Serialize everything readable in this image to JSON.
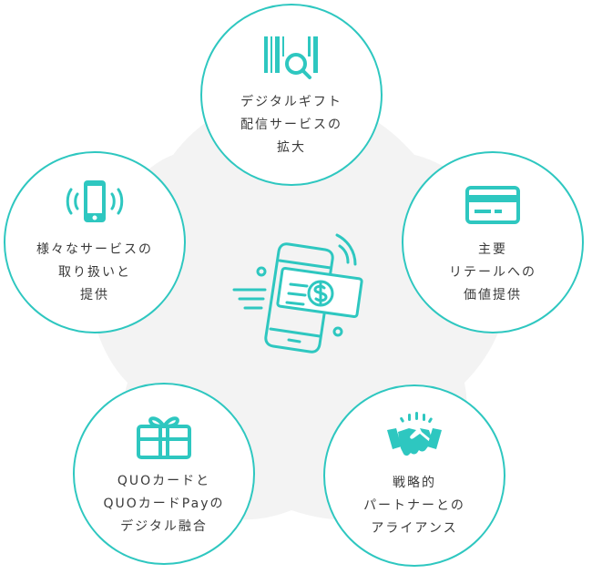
{
  "colors": {
    "accent": "#2ec7c0",
    "text": "#3a3a3a",
    "background_shape": "#f3f3f3"
  },
  "center": {
    "icon": "phone-payment-icon"
  },
  "nodes": [
    {
      "id": "digital-gift",
      "icon": "barcode-search-icon",
      "label": "デジタルギフト\n配信サービスの\n拡大"
    },
    {
      "id": "retail-value",
      "icon": "credit-card-icon",
      "label": "主要\nリテールへの\n価値提供"
    },
    {
      "id": "alliance",
      "icon": "handshake-icon",
      "label": "戦略的\nパートナーとの\nアライアンス"
    },
    {
      "id": "quo-card",
      "icon": "gift-card-icon",
      "label": "QUOカードと\nQUOカードPayの\nデジタル融合"
    },
    {
      "id": "various-services",
      "icon": "smartphone-icon",
      "label": "様々なサービスの\n取り扱いと\n提供"
    }
  ]
}
